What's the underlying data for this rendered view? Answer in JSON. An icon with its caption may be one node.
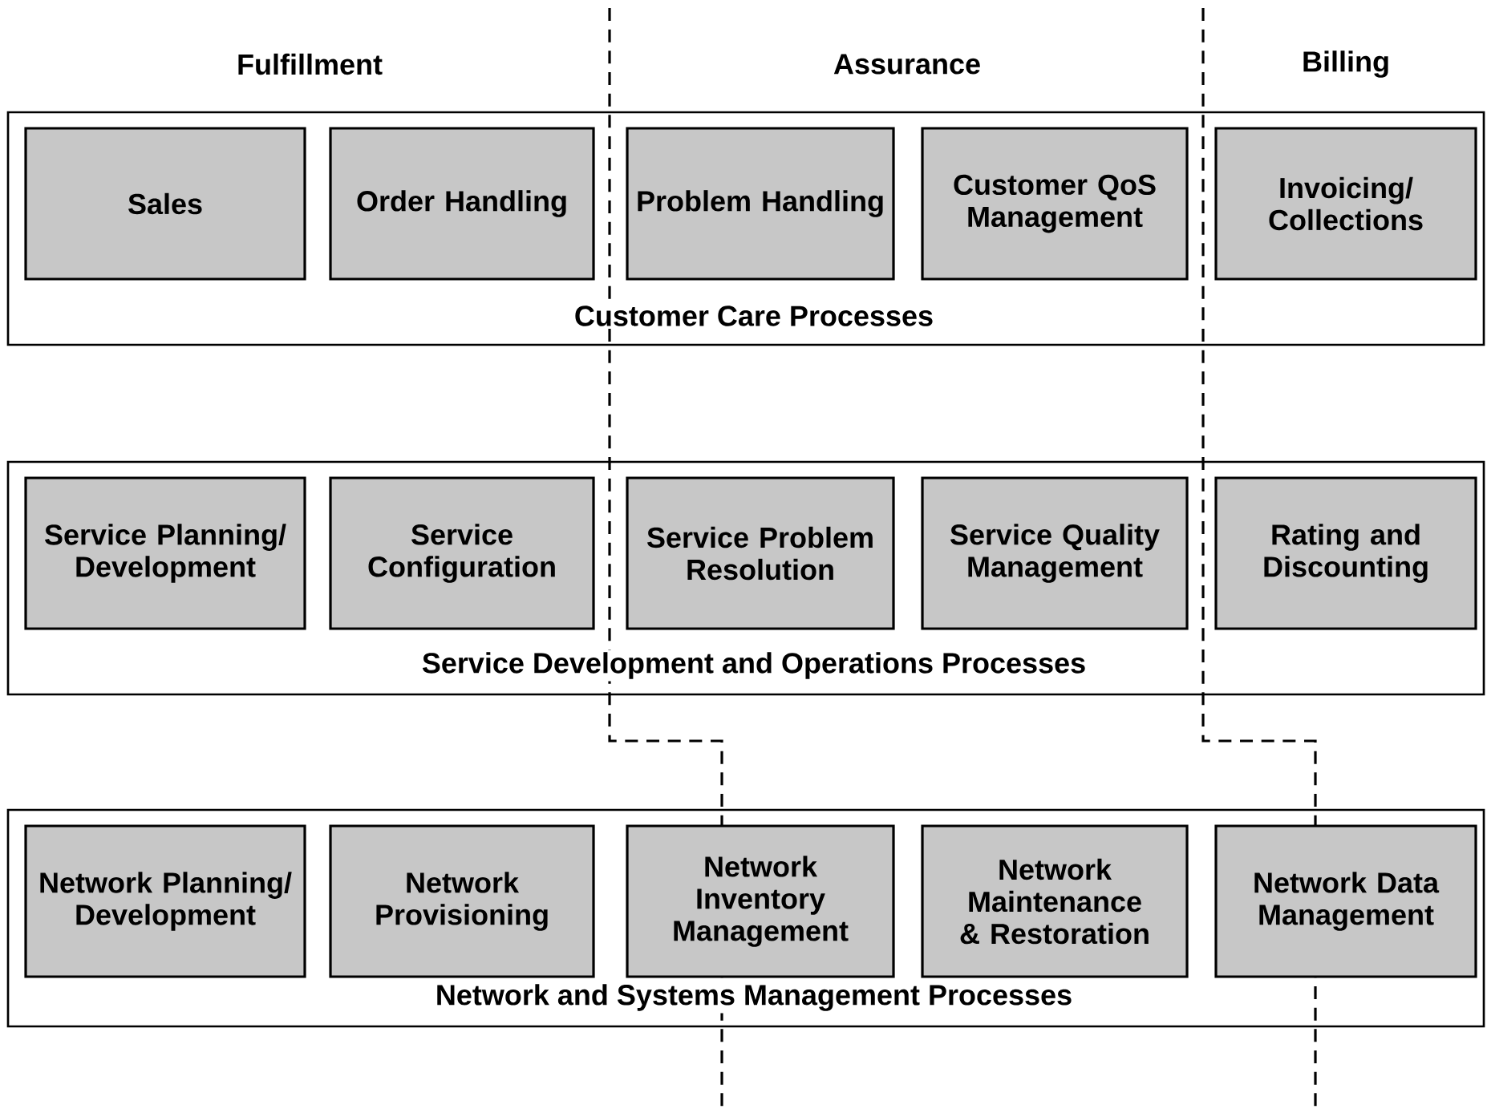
{
  "diagram": {
    "nodes": [
      {
        "text": [
          "Customer Care Processes"
        ]
      },
      {
        "text": [
          "Sales"
        ],
        "in": 0
      },
      {
        "text": [
          "Order Handling"
        ],
        "in": 0
      },
      {
        "text": [
          "Problem Handling"
        ],
        "in": 0
      },
      {
        "text": [
          "Customer QoS Management"
        ],
        "in": 0
      },
      {
        "text": [
          "Invoicing/ Collections"
        ],
        "in": 0
      },
      {
        "text": [
          "Service Development and Operations Processes"
        ]
      },
      {
        "text": [
          "Service Planning/ Development"
        ],
        "in": 6
      },
      {
        "text": [
          "Service Configuration"
        ],
        "in": 6
      },
      {
        "text": [
          "Service Problem Resolution"
        ],
        "in": 6
      },
      {
        "text": [
          "Service Quality Management"
        ],
        "in": 6
      },
      {
        "text": [
          "Rating and Discounting"
        ],
        "in": 6
      },
      {
        "text": [
          "Network and Systems Management Processes"
        ]
      },
      {
        "text": [
          "Network Planning/ Development"
        ],
        "in": 12
      },
      {
        "text": [
          "Network Provisioning"
        ],
        "in": 12
      },
      {
        "text": [
          "Network Inventory Management"
        ],
        "in": 12
      },
      {
        "text": [
          "Network Maintenance & Restoration"
        ],
        "in": 12
      },
      {
        "text": [
          "Network Data Management"
        ],
        "in": 12
      }
    ],
    "edges": [],
    "labels": [
      "Fulfillment",
      "Assurance",
      "Billing"
    ]
  }
}
